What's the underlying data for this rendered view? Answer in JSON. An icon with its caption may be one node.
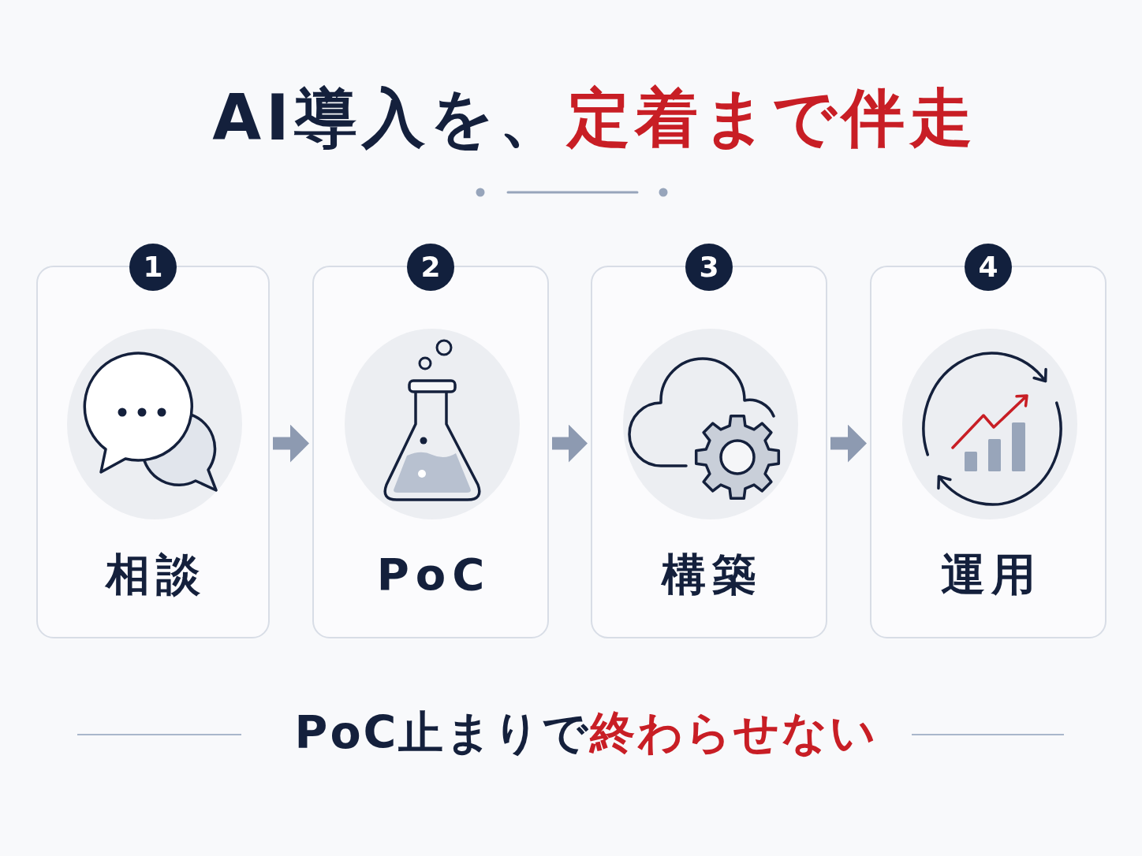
{
  "diagram": {
    "title": "AI導入を、**定着まで伴走**",
    "nodes": [
      {
        "text": [
          "1",
          "相談"
        ]
      },
      {
        "text": [
          "2",
          "PoC"
        ]
      },
      {
        "text": [
          "3",
          "構築"
        ]
      },
      {
        "text": [
          "4",
          "運用"
        ]
      }
    ],
    "edges": [
      {
        "from": 0,
        "to": 1,
        "arrow": "to"
      },
      {
        "from": 1,
        "to": 2,
        "arrow": "to"
      },
      {
        "from": 2,
        "to": 3,
        "arrow": "to"
      }
    ],
    "caption": "PoC止まりで**終わらせない**"
  }
}
